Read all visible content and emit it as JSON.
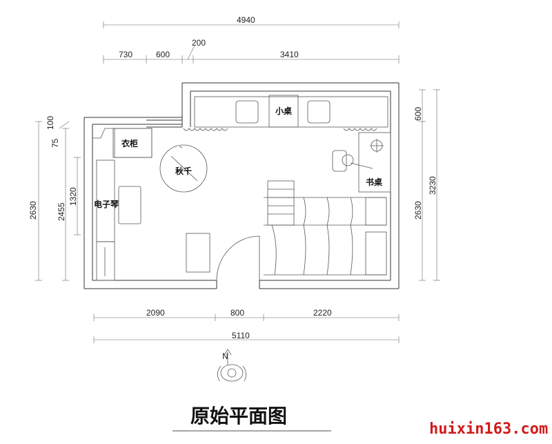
{
  "dimensions": {
    "top_total": "4940",
    "top_seg1": "730",
    "top_seg2": "600",
    "top_seg3": "200",
    "top_seg4": "3410",
    "left_outer": "2630",
    "left_inner": "2455",
    "left_100": "100",
    "left_75": "75",
    "left_1320": "1320",
    "right_600": "600",
    "right_2630": "2630",
    "right_3230": "3230",
    "bottom_seg1": "2090",
    "bottom_seg2": "800",
    "bottom_seg3": "2220",
    "bottom_total": "5110"
  },
  "rooms": {
    "wardrobe": "衣柜",
    "swing": "秋千",
    "piano": "电子琴",
    "small_table": "小桌",
    "desk": "书桌"
  },
  "compass_label": "N",
  "title": "原始平面图",
  "watermark": "huixin163.com",
  "colors": {
    "watermark": "#d11a1a",
    "lines": "#333333"
  }
}
